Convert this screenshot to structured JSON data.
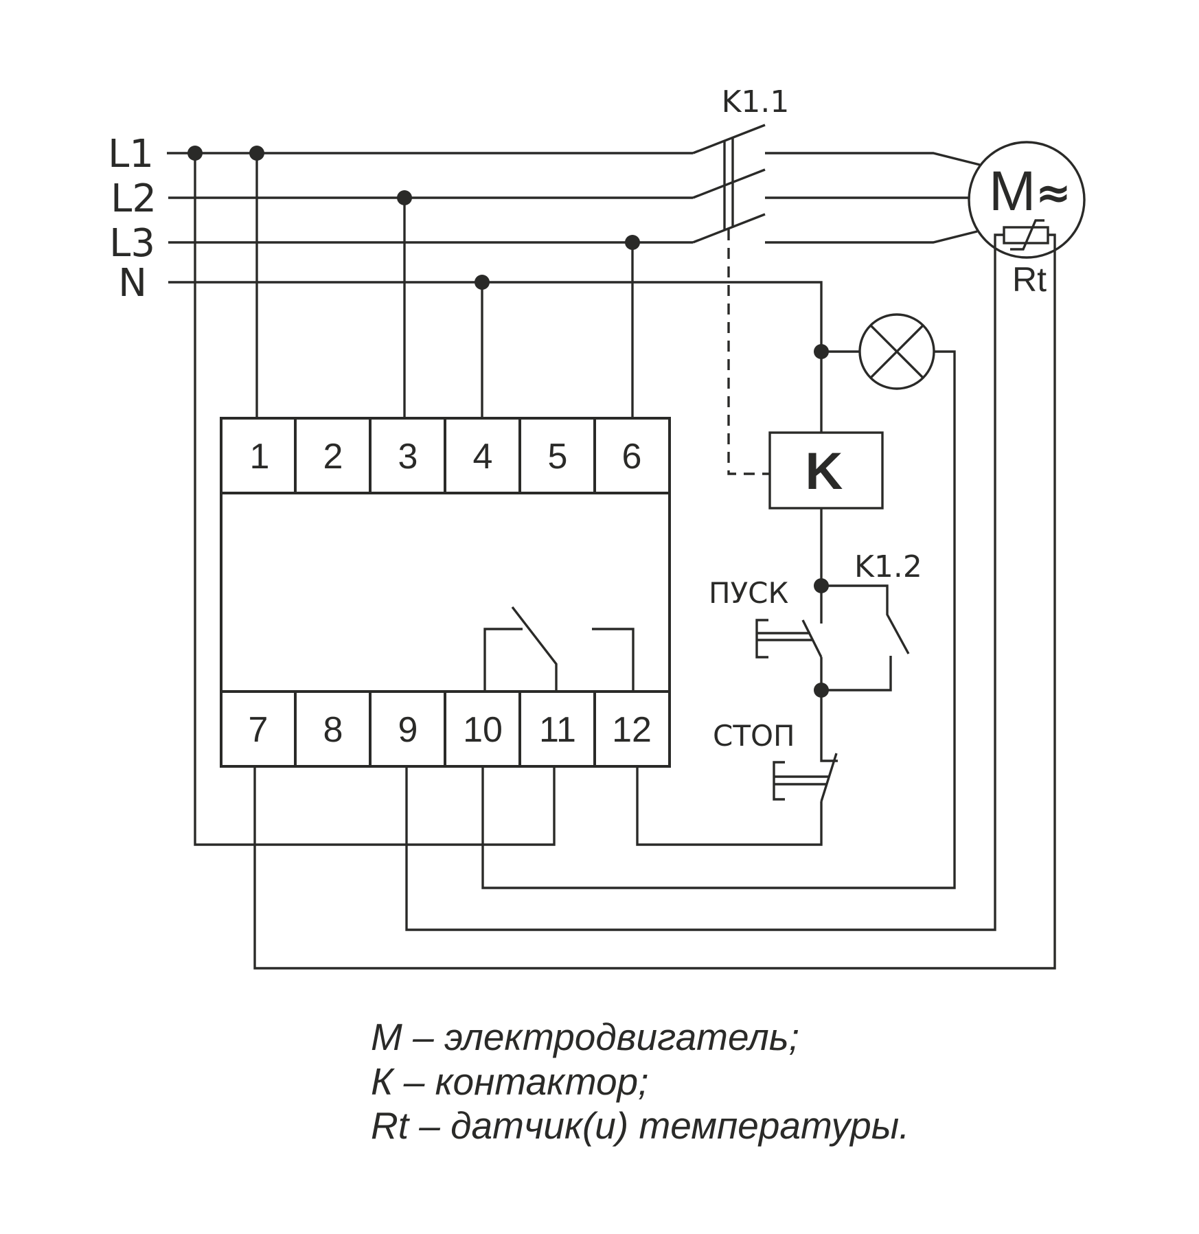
{
  "bus_labels": {
    "l1": "L1",
    "l2": "L2",
    "l3": "L3",
    "n": "N"
  },
  "relay": {
    "top_terminals": [
      "1",
      "2",
      "3",
      "4",
      "5",
      "6"
    ],
    "bottom_terminals": [
      "7",
      "8",
      "9",
      "10",
      "11",
      "12"
    ]
  },
  "contactor": {
    "main_contacts_label": "K1.1",
    "aux_contact_label": "K1.2",
    "coil_label": "K"
  },
  "buttons": {
    "start_label": "ПУСК",
    "stop_label": "СТОП"
  },
  "motor": {
    "symbol": "M",
    "ac_symbol": "≈",
    "sensor_label": "Rt"
  },
  "legend": [
    "M – электродвигатель;",
    "К – контактор;",
    "Rt – датчик(и) температуры."
  ],
  "colors": {
    "ink": "#2a2a28",
    "background": "#ffffff"
  }
}
